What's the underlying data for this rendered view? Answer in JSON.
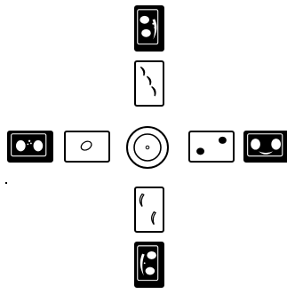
{
  "game": {
    "ink_color": "#000000",
    "paper_color": "#ffffff",
    "center_pile": {
      "icon": "concentric-circle-icon"
    },
    "players": [
      {
        "seat": "north",
        "face_down_card": {
          "design": "moon-crescent-back"
        },
        "played_card": {
          "suit": "crescent",
          "pips": 3
        }
      },
      {
        "seat": "west",
        "face_down_card": {
          "design": "moon-crescent-back"
        },
        "played_card": {
          "suit": "lemon",
          "pips": 1
        }
      },
      {
        "seat": "east",
        "face_down_card": {
          "design": "moon-crescent-back"
        },
        "played_card": {
          "suit": "dot",
          "pips": 2
        }
      },
      {
        "seat": "south",
        "face_down_card": {
          "design": "moon-crescent-back"
        },
        "played_card": {
          "suit": "crescent",
          "pips": 2
        }
      }
    ]
  }
}
